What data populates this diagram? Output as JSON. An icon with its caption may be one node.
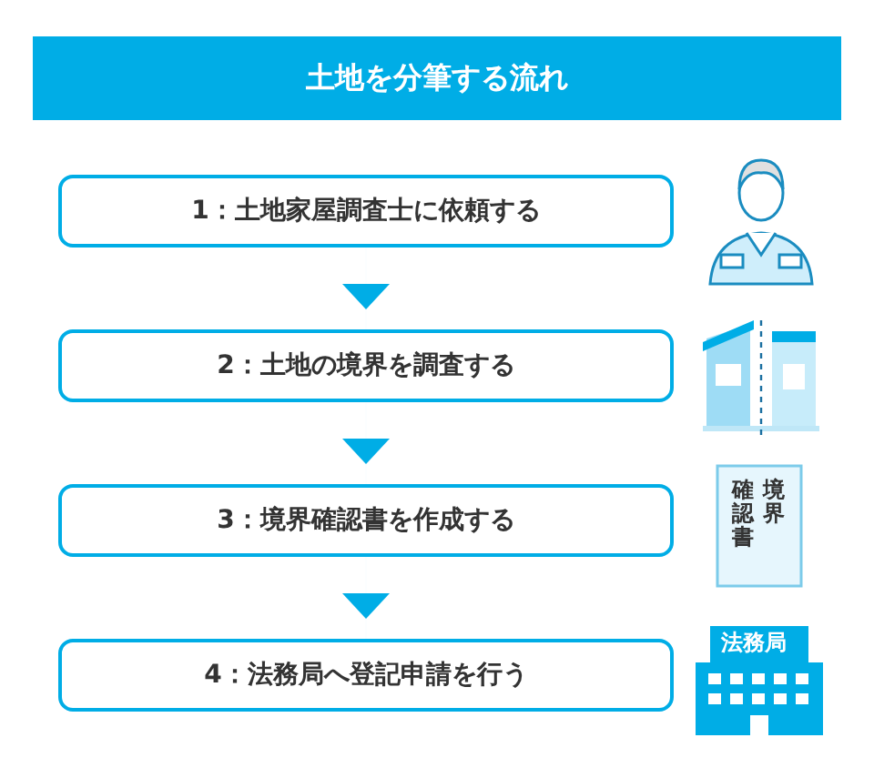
{
  "diagram": {
    "title": "土地を分筆する流れ",
    "nodes": [
      {
        "text": [
          "1：土地家屋調査士に依頼する"
        ]
      },
      {
        "text": [
          "2：土地の境界を調査する"
        ]
      },
      {
        "text": [
          "3：境界確認書を作成する"
        ]
      },
      {
        "text": [
          "4：法務局へ登記申請を行う"
        ]
      }
    ],
    "edges": [
      {
        "from": 0,
        "to": 1,
        "arrow": "to"
      },
      {
        "from": 1,
        "to": 2,
        "arrow": "to"
      },
      {
        "from": 2,
        "to": 3,
        "arrow": "to"
      }
    ],
    "labels": [
      "境界",
      "確認書",
      "法務局"
    ]
  }
}
